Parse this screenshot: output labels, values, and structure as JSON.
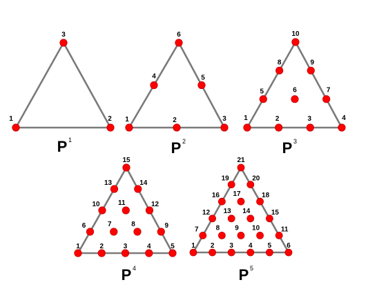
{
  "panels": [
    {
      "id": "p1",
      "title": "P",
      "superscript": "1",
      "node_labels": [
        "1",
        "2",
        "3"
      ]
    },
    {
      "id": "p2",
      "title": "P",
      "superscript": "2",
      "node_labels": [
        "1",
        "2",
        "3",
        "4",
        "5",
        "6"
      ]
    },
    {
      "id": "p3",
      "title": "P",
      "superscript": "3",
      "node_labels": [
        "1",
        "2",
        "3",
        "4",
        "5",
        "6",
        "7",
        "8",
        "9",
        "10"
      ]
    },
    {
      "id": "p4",
      "title": "P",
      "superscript": "4",
      "node_labels": [
        "1",
        "2",
        "3",
        "4",
        "5",
        "6",
        "7",
        "8",
        "9",
        "10",
        "11",
        "12",
        "13",
        "14",
        "15"
      ]
    },
    {
      "id": "p5",
      "title": "P",
      "superscript": "5",
      "node_labels": [
        "1",
        "2",
        "3",
        "4",
        "5",
        "6",
        "7",
        "8",
        "9",
        "10",
        "11",
        "12",
        "13",
        "14",
        "15",
        "16",
        "17",
        "18",
        "19",
        "20",
        "21"
      ]
    }
  ],
  "colors": {
    "node_fill": "#ff0000",
    "edge": "#7a7a7a",
    "text": "#000000",
    "background": "#ffffff"
  }
}
